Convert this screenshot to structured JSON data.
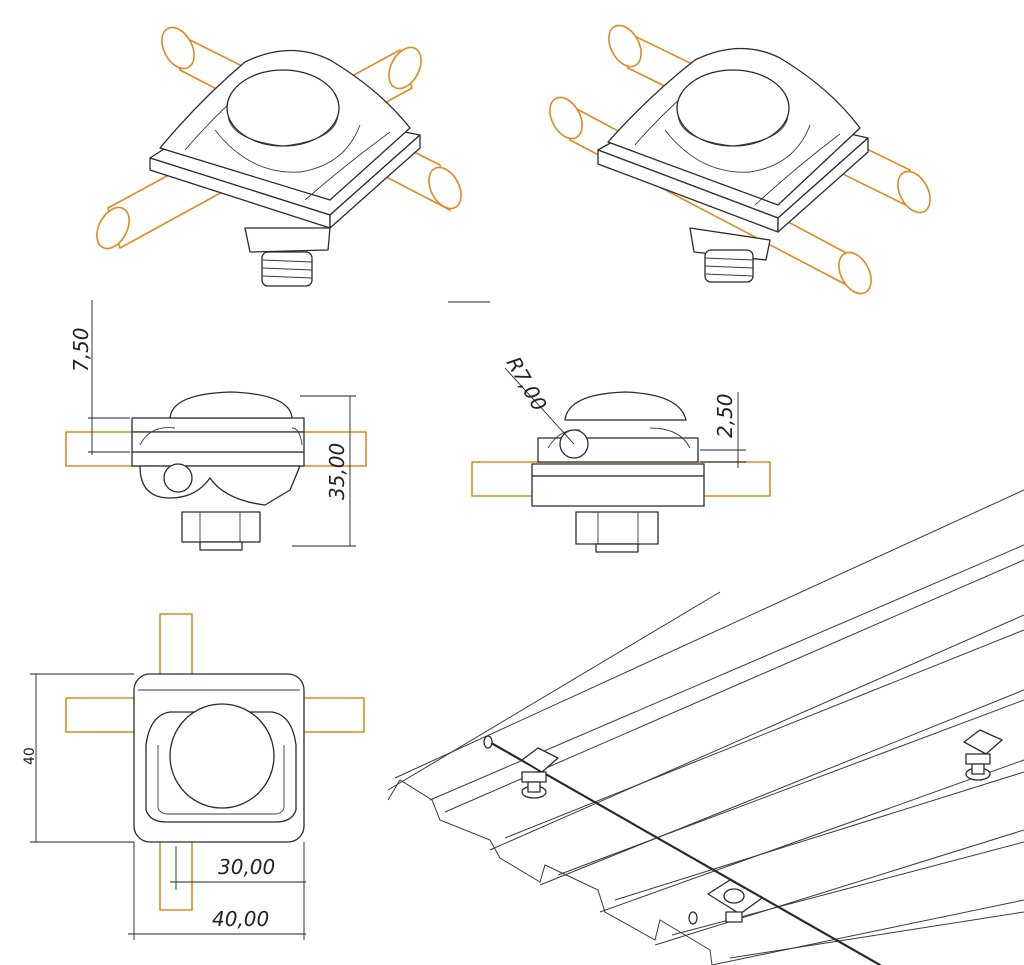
{
  "colors": {
    "rod": "#e08a1e",
    "line": "#2b2b2b",
    "background": "#ffffff"
  },
  "dimensions": {
    "front_top_gap": "7,50",
    "front_height": "35,00",
    "side_radius": "R7,00",
    "side_gap": "2,50",
    "top_height": "40",
    "top_inner_width": "30,00",
    "top_outer_width": "40,00"
  }
}
